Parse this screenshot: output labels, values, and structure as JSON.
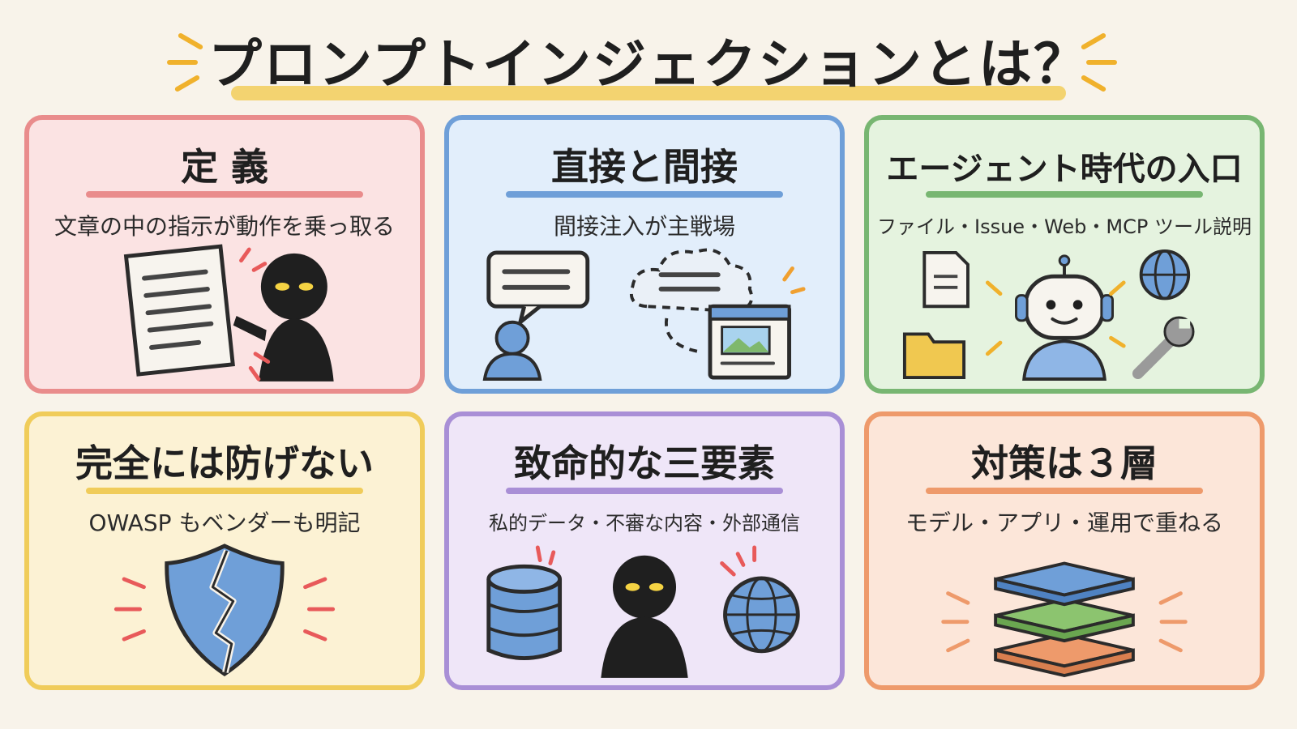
{
  "header": {
    "title": "プロンプトインジェクションとは？"
  },
  "cards": [
    {
      "title": "定 義",
      "subtitle": "文章の中の指示が動作を乗っ取る",
      "color": "#e98c8c",
      "bg": "#fbe3e3"
    },
    {
      "title": "直接と間接",
      "subtitle": "間接注入が主戦場",
      "color": "#6f9fd8",
      "bg": "#e2eefb"
    },
    {
      "title": "エージェント時代の入口",
      "subtitle": "ファイル・Issue・Web・MCP ツール説明",
      "color": "#78b672",
      "bg": "#e5f3df"
    },
    {
      "title": "完全には防げない",
      "subtitle": "OWASP もベンダーも明記",
      "color": "#f0cc5a",
      "bg": "#fcf2d4"
    },
    {
      "title": "致命的な三要素",
      "subtitle": "私的データ・不審な内容・外部通信",
      "color": "#a98fd6",
      "bg": "#efe6f8"
    },
    {
      "title": "対策は３層",
      "subtitle": "モデル・アプリ・運用で重ねる",
      "color": "#ee9a6b",
      "bg": "#fce6d9"
    }
  ]
}
